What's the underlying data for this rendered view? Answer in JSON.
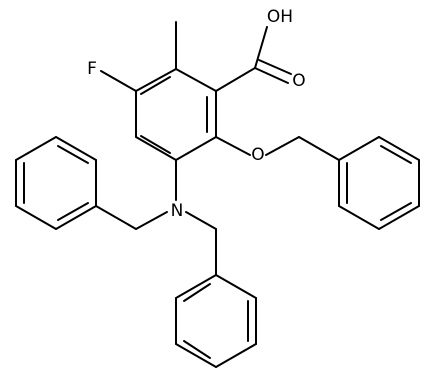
{
  "atom_labels": {
    "oh": "OH",
    "carbonyl_o": "O",
    "fluorine": "F",
    "ether_o": "O",
    "nitrogen": "N"
  },
  "colors": {
    "bond": "#000000",
    "label": "#000000",
    "background": "#ffffff"
  }
}
